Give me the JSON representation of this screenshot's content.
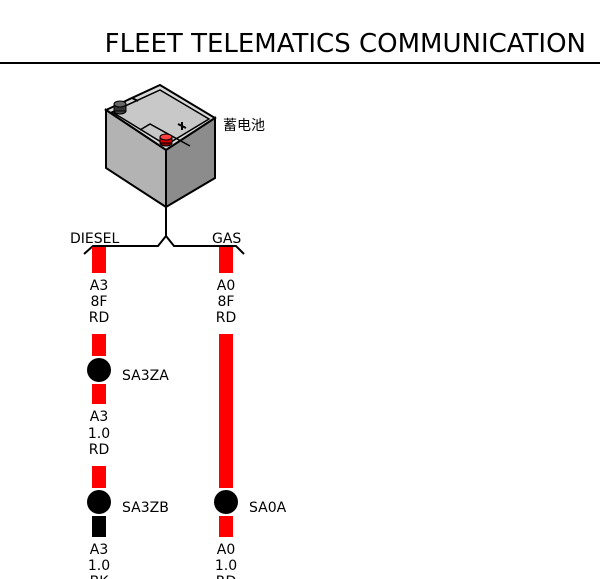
{
  "title": "FLEET TELEMATICS COMMUNICATION",
  "battery": {
    "label": "蓄电池"
  },
  "branches": {
    "left": "DIESEL",
    "right": "GAS"
  },
  "left_circuit": {
    "wire1": {
      "circuit": "A3",
      "gauge": "8F",
      "color": "RD"
    },
    "splice1": "SA3ZA",
    "wire2": {
      "circuit": "A3",
      "gauge": "1.0",
      "color": "RD"
    },
    "splice2": "SA3ZB",
    "wire3": {
      "circuit": "A3",
      "gauge": "1.0",
      "color": "BK"
    }
  },
  "right_circuit": {
    "wire1": {
      "circuit": "A0",
      "gauge": "8F",
      "color": "RD"
    },
    "splice1": "SA0A",
    "wire2": {
      "circuit": "A0",
      "gauge": "1.0",
      "color": "RD"
    }
  },
  "colors": {
    "wire_red": "#ff0000",
    "wire_black": "#000000",
    "battery_body": "#b3b3b3",
    "battery_terminal": "#d40000"
  }
}
